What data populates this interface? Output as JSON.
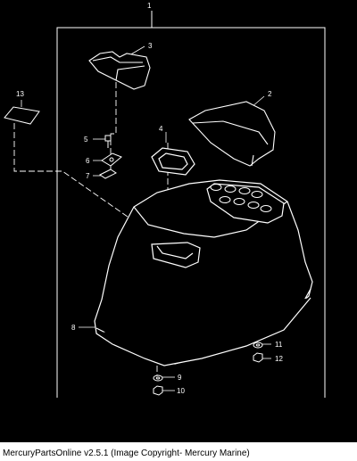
{
  "caption": "MercuryPartsOnline v2.5.1 (Image Copyright- Mercury Marine)",
  "colors": {
    "background": "#000000",
    "line": "#ffffff",
    "caption_bg": "#ffffff",
    "caption_text": "#000000"
  },
  "callouts": {
    "c1": "1",
    "c2": "2",
    "c3": "3",
    "c4": "4",
    "c5": "5",
    "c6": "6",
    "c7": "7",
    "c8": "8",
    "c9": "9",
    "c10": "10",
    "c11": "11",
    "c12": "12",
    "c13": "13"
  }
}
